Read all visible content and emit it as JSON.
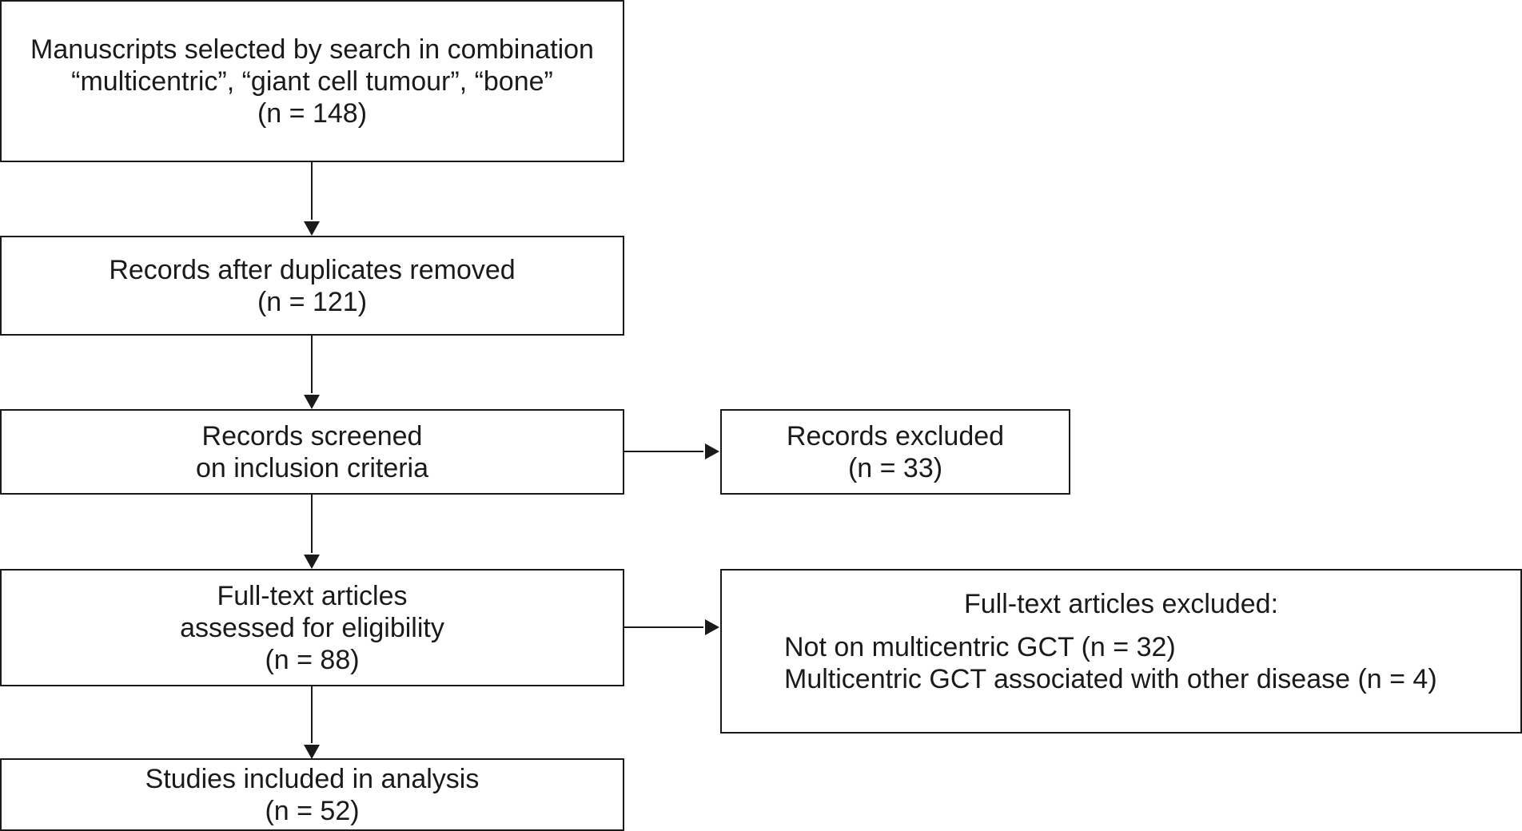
{
  "diagram": {
    "search_box": {
      "line1": "Manuscripts selected by search in combination",
      "line2": "“multicentric”, “giant cell tumour”, “bone”",
      "count": "(n = 148)"
    },
    "duplicates_box": {
      "line1": "Records after duplicates removed",
      "count": "(n = 121)"
    },
    "screened_box": {
      "line1": "Records screened",
      "line2": "on inclusion criteria"
    },
    "excluded_box": {
      "line1": "Records excluded",
      "count": "(n = 33)"
    },
    "fulltext_box": {
      "line1": "Full-text articles",
      "line2": "assessed for eligibility",
      "count": "(n = 88)"
    },
    "fulltext_excluded_box": {
      "heading": "Full-text articles excluded:",
      "items": [
        "Not on multicentric GCT (n = 32)",
        "Multicentric GCT associated with other disease (n = 4)"
      ]
    },
    "included_box": {
      "line1": "Studies included in analysis",
      "count": "(n = 52)"
    }
  }
}
